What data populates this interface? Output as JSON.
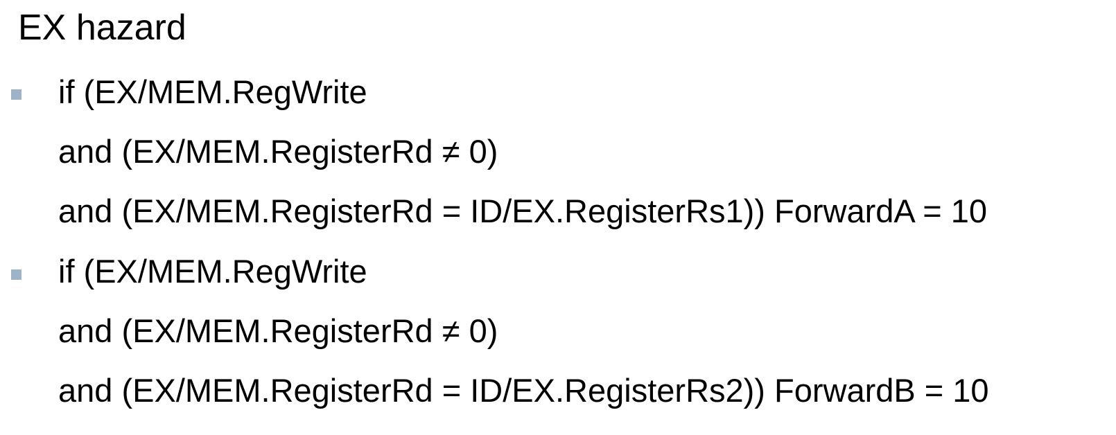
{
  "slide": {
    "title": "EX hazard",
    "bullet_color": "#9fb3c8",
    "items": [
      {
        "lines": [
          "if (EX/MEM.RegWrite",
          "and (EX/MEM.RegisterRd ≠ 0)",
          "and (EX/MEM.RegisterRd = ID/EX.RegisterRs1)) ForwardA = 10"
        ]
      },
      {
        "lines": [
          "if (EX/MEM.RegWrite",
          "and (EX/MEM.RegisterRd ≠ 0)",
          "and (EX/MEM.RegisterRd = ID/EX.RegisterRs2)) ForwardB = 10"
        ]
      }
    ]
  }
}
